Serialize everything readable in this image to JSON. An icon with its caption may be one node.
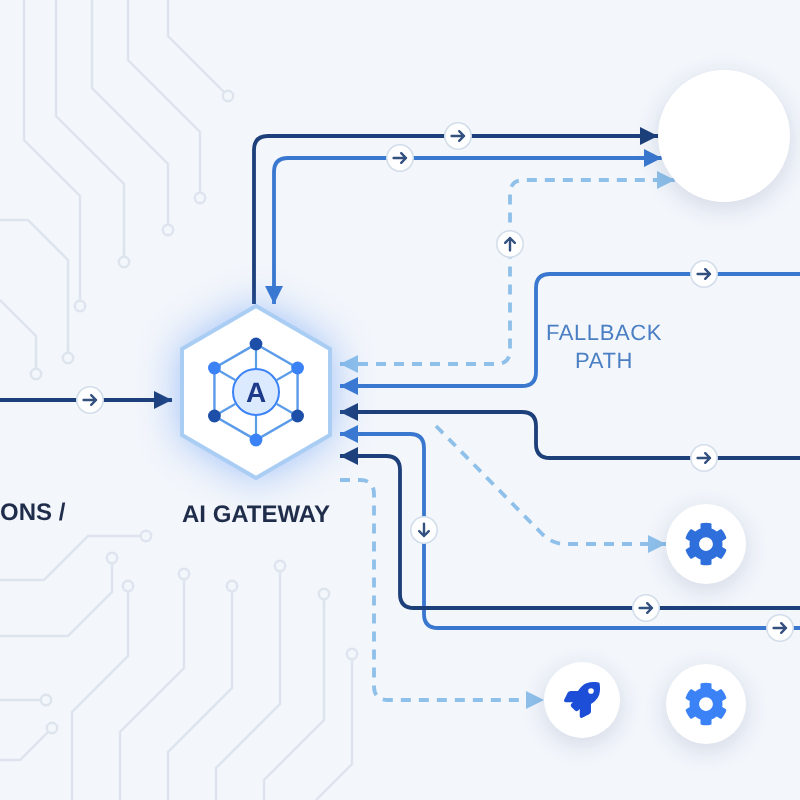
{
  "diagram": {
    "nodes": [
      {
        "text": [
          "A",
          "AI GATEWAY"
        ]
      },
      {
        "text": [],
        "shape": "circle"
      },
      {
        "text": [],
        "shape": "circle"
      },
      {
        "text": [],
        "shape": "circle"
      },
      {
        "text": [],
        "shape": "circle"
      }
    ],
    "edges": [
      {
        "from": null,
        "to": 0,
        "arrow": "to"
      },
      {
        "from": 0,
        "to": 1,
        "arrow": "to"
      },
      {
        "from": 1,
        "to": 0,
        "arrow": "both",
        "color": "#3a78d0"
      },
      {
        "from": 0,
        "to": 1,
        "arrow": "both",
        "style": "dashed",
        "color": "#8ec0ea"
      },
      {
        "from": null,
        "to": 0,
        "arrow": "to",
        "color": "#3a78d0"
      },
      {
        "from": null,
        "to": 0,
        "arrow": "to"
      },
      {
        "from": null,
        "to": 0,
        "arrow": "to",
        "color": "#3a78d0"
      },
      {
        "from": null,
        "to": 0,
        "arrow": "to"
      },
      {
        "from": null,
        "to": 2,
        "arrow": "to",
        "style": "dashed",
        "color": "#8ec0ea"
      },
      {
        "from": 0,
        "to": 3,
        "arrow": "to",
        "style": "dashed",
        "color": "#8ec0ea"
      }
    ],
    "labels": [
      "ONS /",
      "FALLBACK PATH"
    ]
  }
}
